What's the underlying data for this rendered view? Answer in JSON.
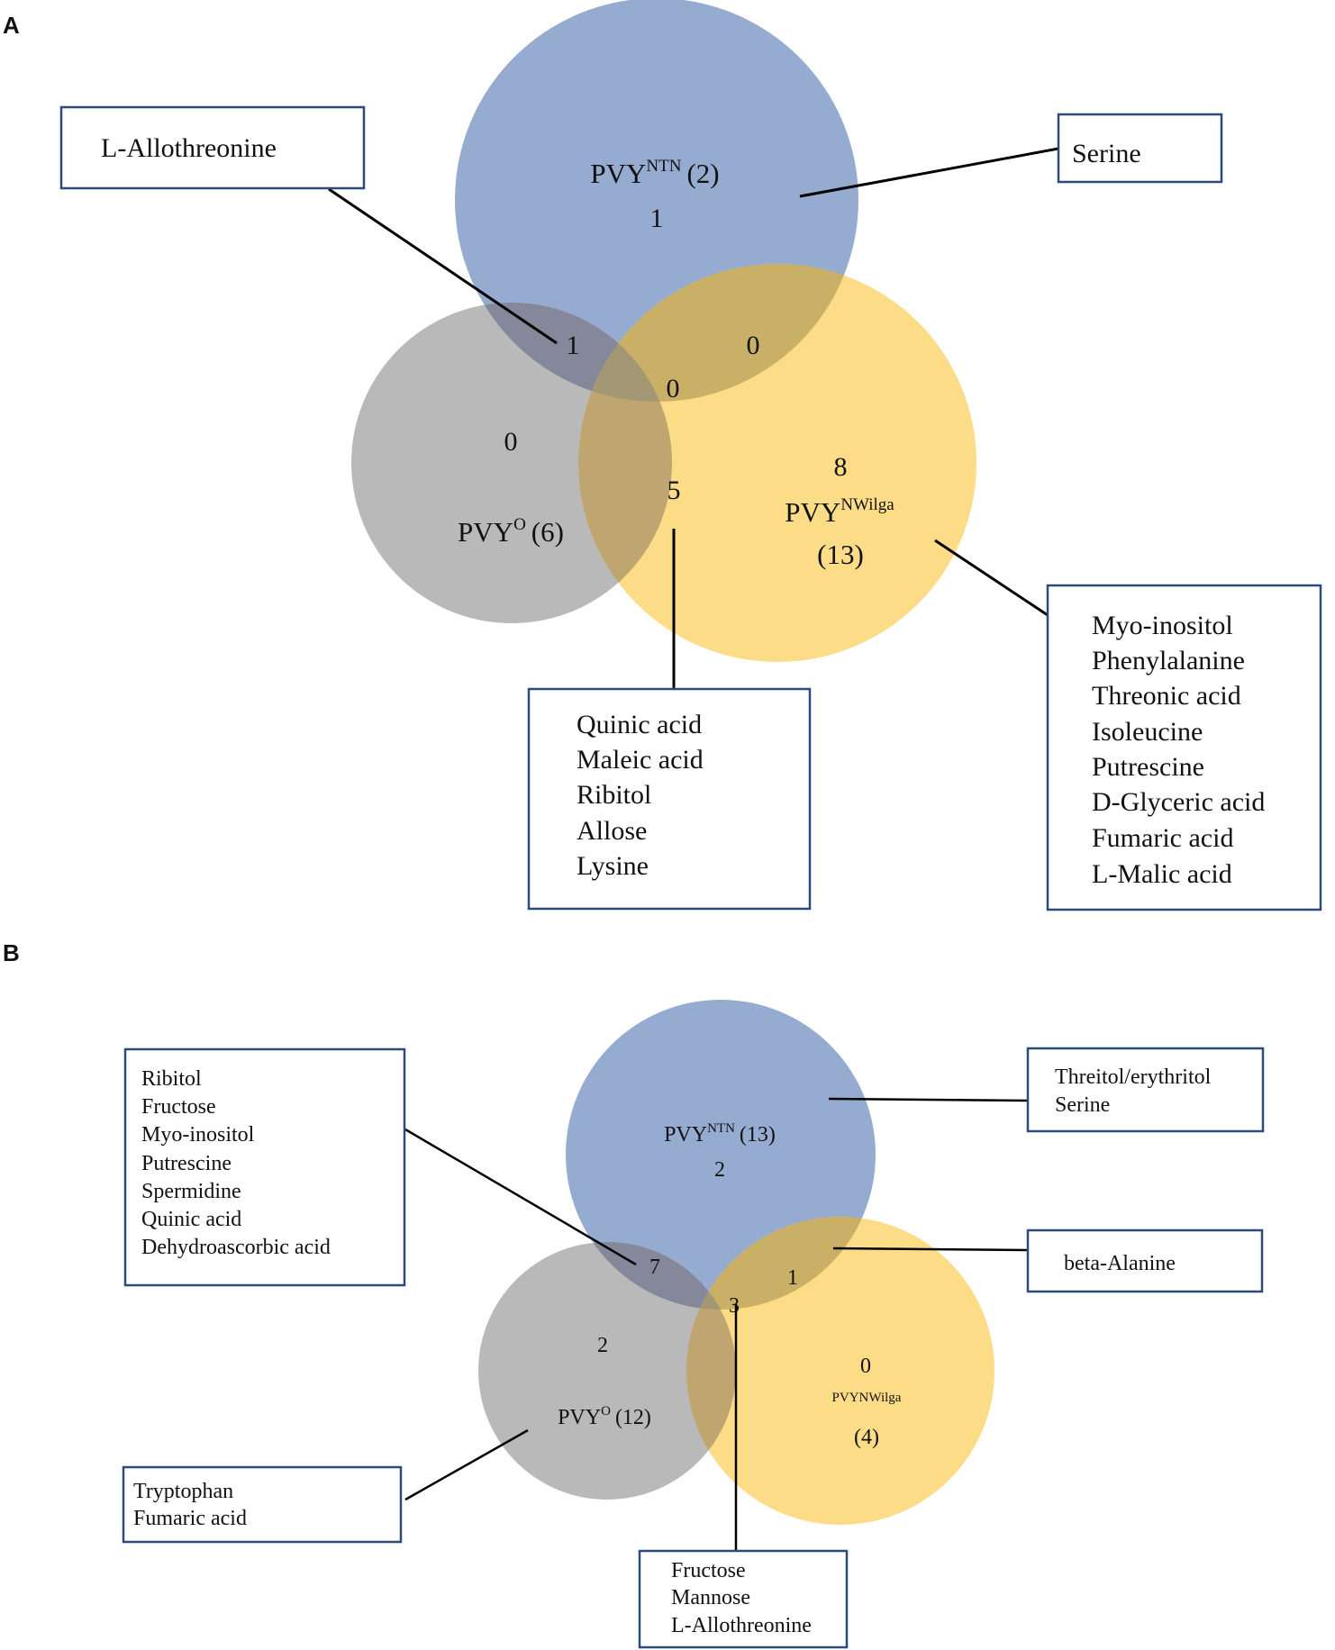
{
  "colors": {
    "ntn": "#8ba2cb",
    "o": "#adadad",
    "nwilga": "#fcd672",
    "box_border": "#2e4a7a"
  },
  "panel_a": {
    "label": "A",
    "ntn": {
      "base": "PVY",
      "sup": "NTN",
      "count": "(2)",
      "unique": "1"
    },
    "o": {
      "base": "PVY",
      "sup": "O",
      "count": "(6)",
      "unique": "0"
    },
    "nwilga": {
      "base": "PVY",
      "sup": "NWilga",
      "count": "(13)",
      "unique": "8"
    },
    "ntn_o": "1",
    "ntn_nwilga": "0",
    "o_nwilga": "5",
    "all": "0",
    "callouts": {
      "ntn_o": [
        "L-Allothreonine"
      ],
      "ntn": [
        "Serine"
      ],
      "o_nwilga": [
        "Quinic acid",
        "Maleic acid",
        "Ribitol",
        "Allose",
        "Lysine"
      ],
      "nwilga": [
        "Myo-inositol",
        "Phenylalanine",
        "Threonic acid",
        "Isoleucine",
        "Putrescine",
        "D-Glyceric acid",
        "Fumaric acid",
        "L-Malic acid"
      ]
    }
  },
  "panel_b": {
    "label": "B",
    "ntn": {
      "base": "PVY",
      "sup": "NTN",
      "count": "(13)",
      "unique": "2"
    },
    "o": {
      "base": "PVY",
      "sup": "O",
      "count": "(12)",
      "unique": "2"
    },
    "nwilga": {
      "name": "PVYNWilga",
      "count": "(4)",
      "unique": "0"
    },
    "ntn_o": "7",
    "ntn_nwilga": "1",
    "all": "3",
    "callouts": {
      "ntn_o": [
        "Ribitol",
        "Fructose",
        "Myo-inositol",
        "Putrescine",
        "Spermidine",
        "Quinic acid",
        "Dehydroascorbic acid"
      ],
      "ntn": [
        "Threitol/erythritol",
        "Serine"
      ],
      "ntn_nwilga": [
        "beta-Alanine"
      ],
      "o": [
        "Tryptophan",
        "Fumaric acid"
      ],
      "all": [
        "Fructose",
        "Mannose",
        "L-Allothreonine"
      ]
    }
  }
}
